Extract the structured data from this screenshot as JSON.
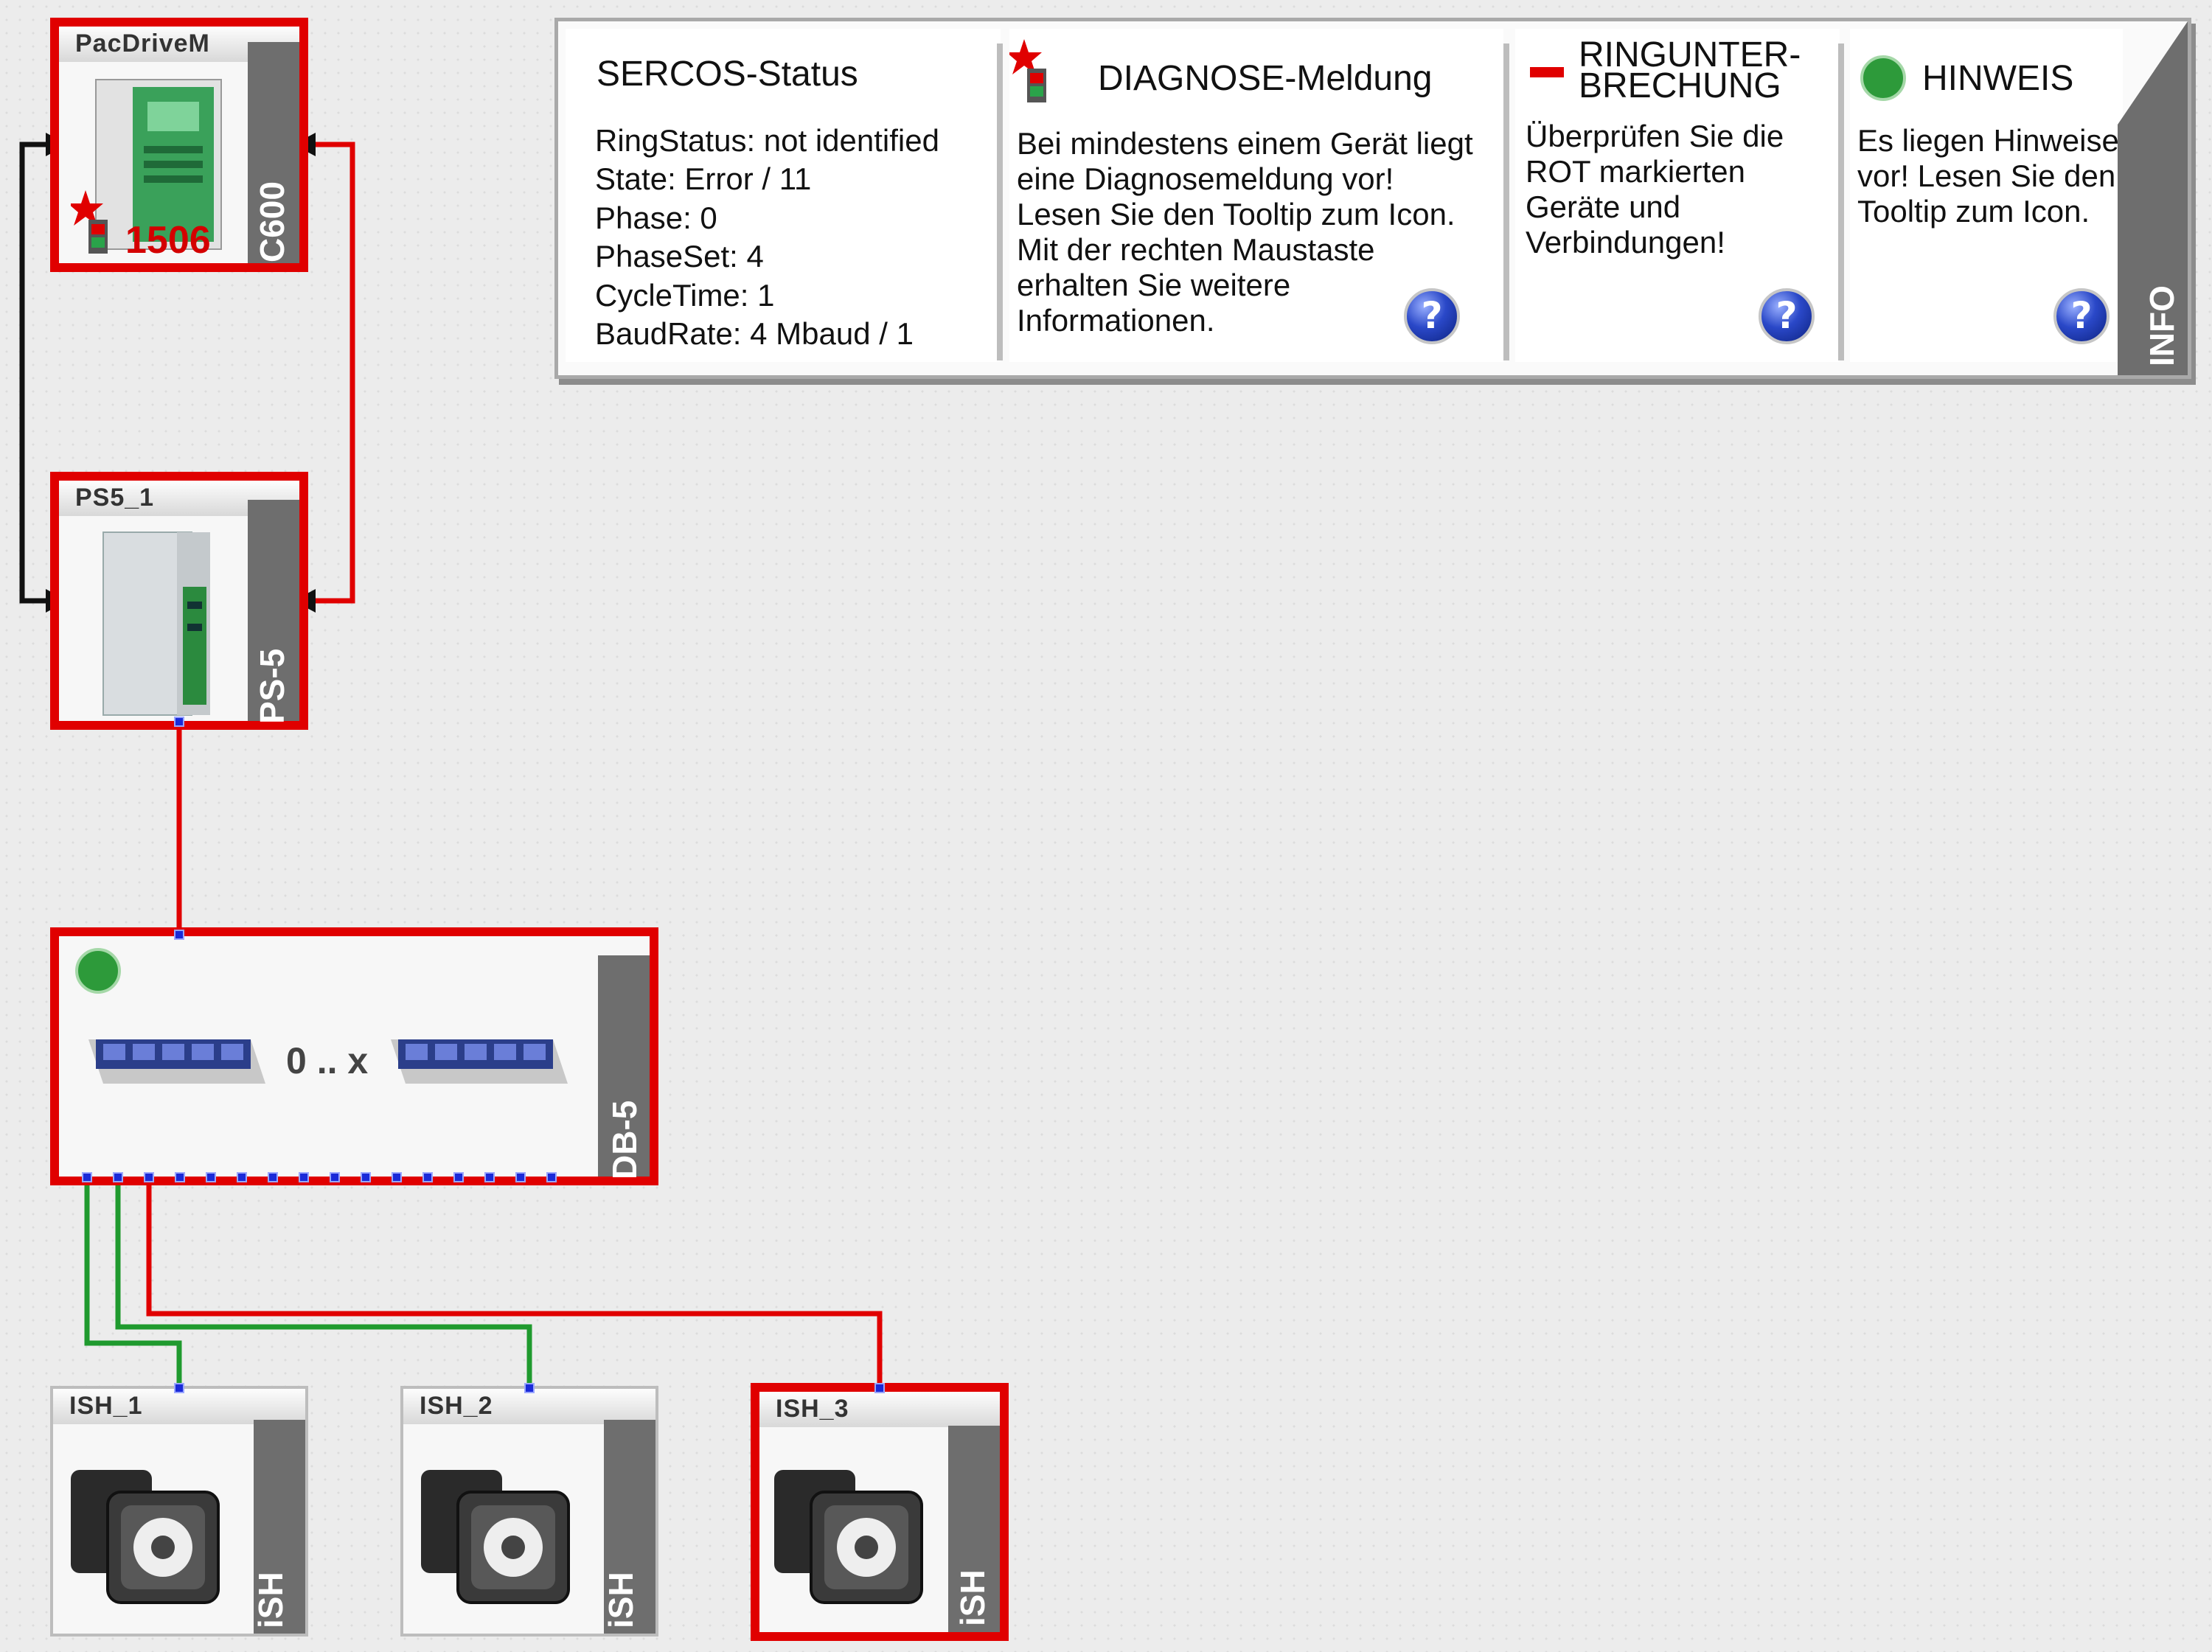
{
  "devices": {
    "c600": {
      "title": "PacDriveM",
      "type": "C600",
      "error_code": "1506"
    },
    "ps5": {
      "title": "PS5_1",
      "type": "PS-5"
    },
    "db5": {
      "type": "DB-5",
      "multiplier": "0 .. x"
    },
    "ish1": {
      "title": "ISH_1",
      "type": "iSH"
    },
    "ish2": {
      "title": "ISH_2",
      "type": "iSH"
    },
    "ish3": {
      "title": "ISH_3",
      "type": "iSH"
    }
  },
  "info_panel": {
    "sercos": {
      "title": "SERCOS-Status",
      "lines": [
        "RingStatus: not identified",
        "State: Error / 11",
        "Phase: 0",
        "PhaseSet: 4",
        "CycleTime: 1",
        "BaudRate: 4 Mbaud / 1"
      ]
    },
    "diagnose": {
      "title": "DIAGNOSE-Meldung",
      "lines": [
        "Bei mindestens einem Gerät liegt",
        "eine Diagnosemeldung vor!",
        "Lesen Sie den Tooltip zum Icon.",
        "Mit der rechten Maustaste",
        "erhalten Sie weitere",
        "Informationen."
      ]
    },
    "ring": {
      "title_lines": [
        "RINGUNTER-",
        "BRECHUNG"
      ],
      "lines": [
        "Überprüfen Sie die",
        "ROT markierten",
        "Geräte und",
        "Verbindungen!"
      ]
    },
    "hinweis": {
      "title": "HINWEIS",
      "lines": [
        "Es liegen Hinweise",
        "vor! Lesen Sie den",
        "Tooltip zum Icon."
      ]
    },
    "side_label": "INFO",
    "help_glyph": "?"
  },
  "colors": {
    "error": "#e00000",
    "ok_link": "#1f9a2e",
    "port": "#1a2ad8",
    "panel_dark": "#6e6e6e"
  },
  "icons": {
    "help": "question-circle-icon",
    "diagnose": "diagnostic-alert-icon",
    "hinweis": "info-hint-icon",
    "ring": "red-dash-icon"
  }
}
